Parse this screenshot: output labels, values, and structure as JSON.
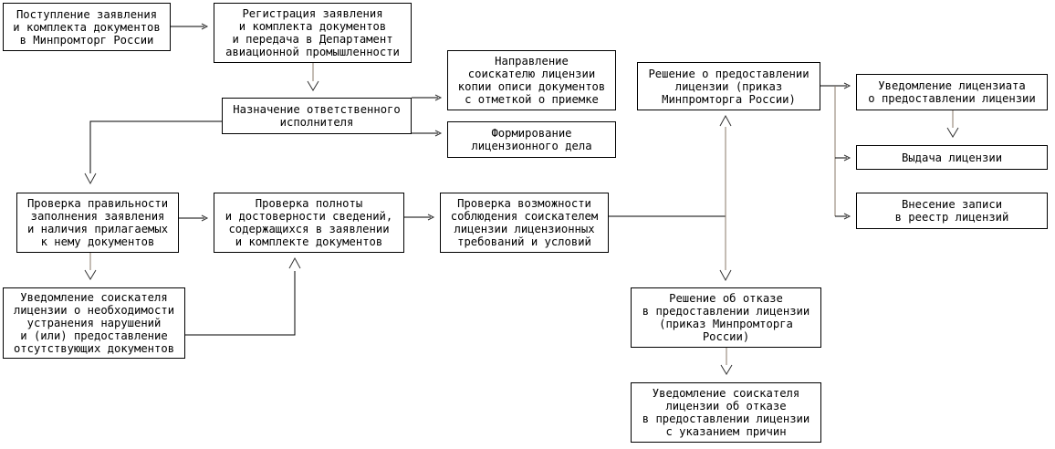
{
  "diagram": {
    "type": "flowchart",
    "language": "ru",
    "nodes": {
      "receipt": "Поступление заявления\nи комплекта документов\nв Минпромторг России",
      "registration": "Регистрация заявления\nи комплекта документов\nи передача в Департамент\nавиационной промышленности",
      "copy_inventory": "Направление\nсоискателю лицензии\nкопии описи документов\nс отметкой о приемке",
      "assign_executor": "Назначение ответственного\nисполнителя",
      "form_case": "Формирование\nлицензионного дела",
      "check_correctness": "Проверка правильности\nзаполнения заявления\nи наличия прилагаемых\nк нему документов",
      "check_completeness": "Проверка полноты\nи достоверности сведений,\nсодержащихся в заявлении\nи комплекте документов",
      "check_compliance": "Проверка возможности\nсоблюдения соискателем\nлицензии лицензионных\nтребований и условий",
      "notify_deficiencies": "Уведомление соискателя\nлицензии о необходимости\nустранения нарушений\nи (или) предоставление\nотсутствующих документов",
      "grant_decision": "Решение о предоставлении\nлицензии (приказ\nМинпромторга России)",
      "notify_grant": "Уведомление лицензиата\nо предоставлении лицензии",
      "issue_license": "Выдача лицензии",
      "registry_entry": "Внесение записи\nв реестр лицензий",
      "refusal_decision": "Решение об отказе\nв предоставлении лицензии\n(приказ Минпромторга\nРоссии)",
      "notify_refusal": "Уведомление соискателя\nлицензии об отказе\nв предоставлении лицензии\nс указанием причин"
    },
    "edges": [
      [
        "receipt",
        "registration"
      ],
      [
        "registration",
        "assign_executor"
      ],
      [
        "assign_executor",
        "copy_inventory"
      ],
      [
        "assign_executor",
        "form_case"
      ],
      [
        "assign_executor",
        "check_correctness"
      ],
      [
        "check_correctness",
        "check_completeness"
      ],
      [
        "check_correctness",
        "notify_deficiencies"
      ],
      [
        "notify_deficiencies",
        "check_completeness"
      ],
      [
        "check_completeness",
        "check_compliance"
      ],
      [
        "check_compliance",
        "grant_decision"
      ],
      [
        "check_compliance",
        "refusal_decision"
      ],
      [
        "grant_decision",
        "notify_grant"
      ],
      [
        "grant_decision",
        "issue_license"
      ],
      [
        "grant_decision",
        "registry_entry"
      ],
      [
        "notify_grant",
        "issue_license"
      ],
      [
        "refusal_decision",
        "notify_refusal"
      ]
    ]
  }
}
